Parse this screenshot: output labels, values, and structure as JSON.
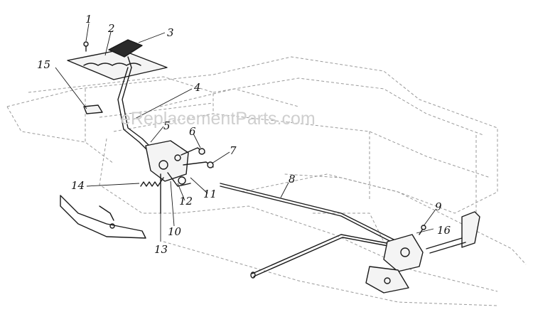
{
  "watermark": "eReplacementParts.com",
  "callouts": [
    {
      "id": "1",
      "label": "1"
    },
    {
      "id": "2",
      "label": "2"
    },
    {
      "id": "3",
      "label": "3"
    },
    {
      "id": "4",
      "label": "4"
    },
    {
      "id": "5",
      "label": "5"
    },
    {
      "id": "6",
      "label": "6"
    },
    {
      "id": "7",
      "label": "7"
    },
    {
      "id": "8",
      "label": "8"
    },
    {
      "id": "9",
      "label": "9"
    },
    {
      "id": "10",
      "label": "10"
    },
    {
      "id": "11",
      "label": "11"
    },
    {
      "id": "12",
      "label": "12"
    },
    {
      "id": "13",
      "label": "13"
    },
    {
      "id": "14",
      "label": "14"
    },
    {
      "id": "15",
      "label": "15"
    },
    {
      "id": "16",
      "label": "16"
    }
  ]
}
